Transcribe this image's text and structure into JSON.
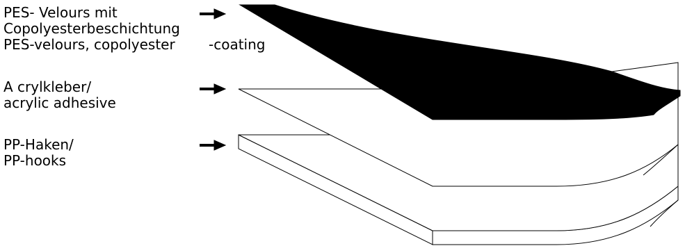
{
  "layers": [
    {
      "label_de_lines": [
        "PES- Velours mit",
        "Copolyesterbeschichtung"
      ],
      "label_en": "PES-velours, copolyester",
      "label_en_suffix": "-coating"
    },
    {
      "label_lines": [
        "A crylkleber/",
        "acrylic adhesive"
      ]
    },
    {
      "label_lines": [
        "PP-Haken/",
        "PP-hooks"
      ]
    }
  ],
  "colors": {
    "top_layer_fill": "#000000",
    "stroke": "#000000",
    "background": "#ffffff"
  },
  "icons": {
    "pointer": "right-arrow-icon"
  }
}
